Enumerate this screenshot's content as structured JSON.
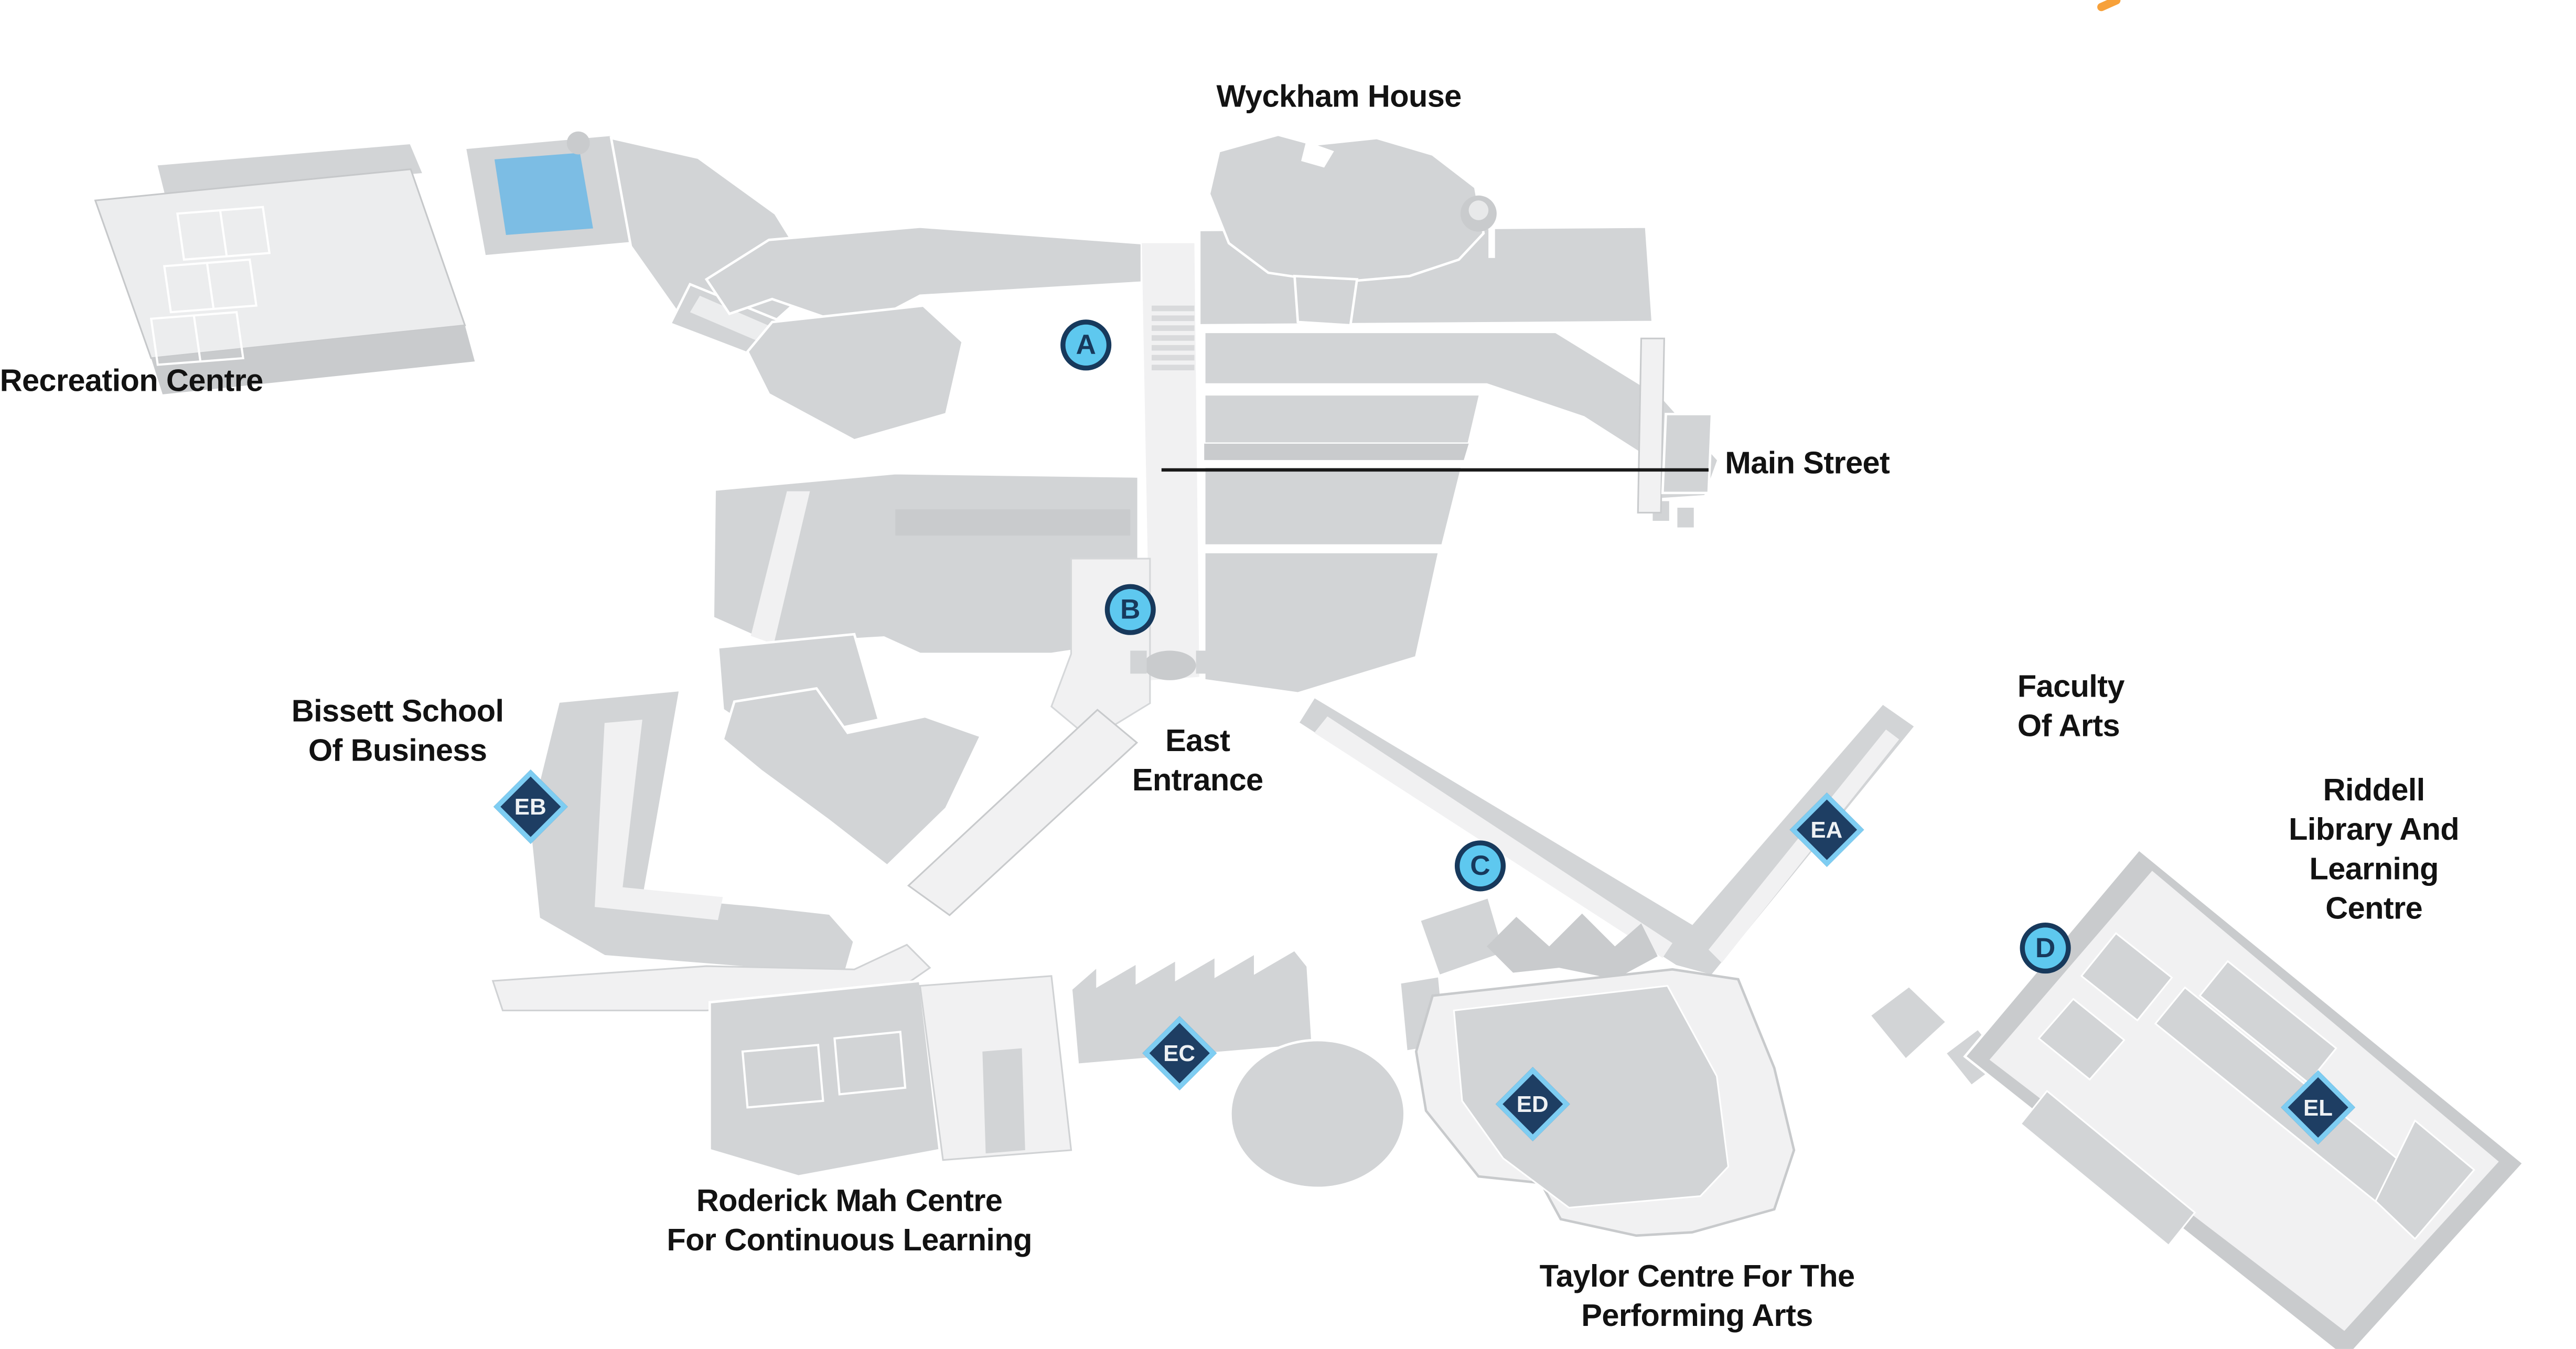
{
  "map": {
    "labels": [
      {
        "id": "wyckham-house",
        "text": "Wyckham House"
      },
      {
        "id": "recreation-centre",
        "text": "Recreation Centre"
      },
      {
        "id": "main-street",
        "text": "Main Street"
      },
      {
        "id": "bissett-school",
        "text": "Bissett School\nOf Business"
      },
      {
        "id": "east-entrance",
        "text": "East\nEntrance"
      },
      {
        "id": "faculty-of-arts",
        "text": "Faculty\nOf Arts"
      },
      {
        "id": "riddell-library",
        "text": "Riddell Library And\nLearning Centre"
      },
      {
        "id": "roderick-mah",
        "text": "Roderick Mah Centre\nFor Continuous Learning"
      },
      {
        "id": "taylor-centre",
        "text": "Taylor Centre For The\nPerforming Arts"
      }
    ],
    "entrance_markers": [
      {
        "letter": "A"
      },
      {
        "letter": "B"
      },
      {
        "letter": "C"
      },
      {
        "letter": "D"
      }
    ],
    "building_markers": [
      {
        "code": "EB"
      },
      {
        "code": "EA"
      },
      {
        "code": "EC"
      },
      {
        "code": "ED"
      },
      {
        "code": "EL"
      }
    ],
    "colors": {
      "building_gray": "#d2d4d6",
      "building_light": "#ecedee",
      "building_shadow": "#c9cbcd",
      "floor_light": "#f1f1f2",
      "pool_blue": "#7cbde4",
      "marker_circle_fill": "#5ec8ef",
      "marker_navy": "#17395c",
      "diamond_fill": "#1e3e63",
      "diamond_border": "#7ecdf2",
      "label_text": "#121212",
      "callout_line": "#1a1a1a",
      "accent_orange": "#f7a13a"
    }
  }
}
